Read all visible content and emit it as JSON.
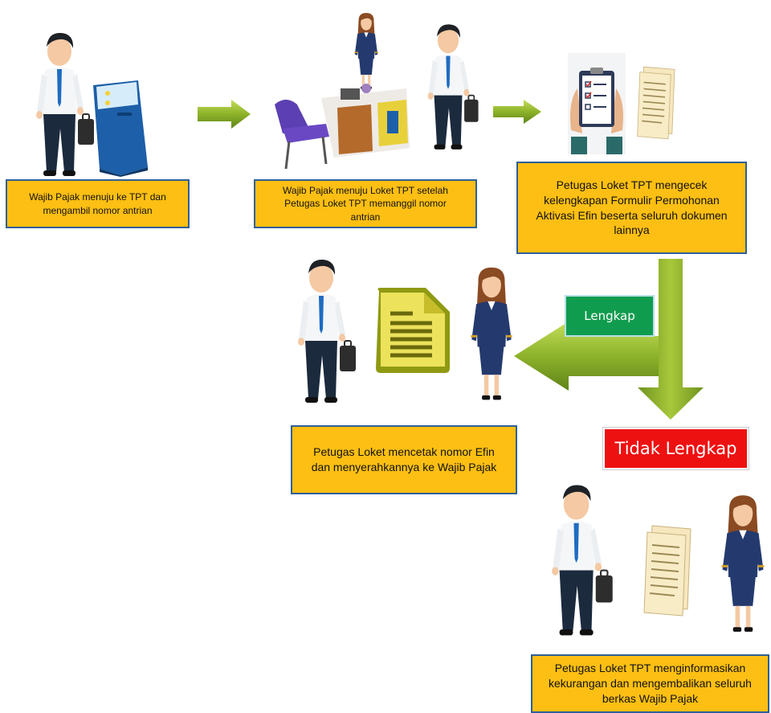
{
  "steps": {
    "step1": "Wajib Pajak menuju ke TPT dan mengambil nomor antrian",
    "step2": "Wajib Pajak menuju Loket TPT setelah Petugas Loket TPT memanggil nomor antrian",
    "step3": "Petugas Loket TPT mengecek kelengkapan Formulir Permohonan Aktivasi Efin beserta seluruh dokumen lainnya",
    "step4": "Petugas Loket mencetak nomor Efin dan menyerahkannya ke Wajib Pajak",
    "step5": "Petugas Loket TPT menginformasikan kekurangan dan mengembalikan seluruh berkas Wajib Pajak"
  },
  "labels": {
    "complete": "Lengkap",
    "incomplete": "Tidak Lengkap"
  },
  "colors": {
    "box_fill": "#fdbf13",
    "box_border": "#2f5f98",
    "complete": "#109c4f",
    "incomplete": "#ee1111",
    "arrow": "#8bb026"
  },
  "icons": [
    "businessman-icon",
    "businesswoman-icon",
    "queue-kiosk-icon",
    "service-counter-icon",
    "checklist-icon",
    "documents-icon",
    "file-icon"
  ]
}
